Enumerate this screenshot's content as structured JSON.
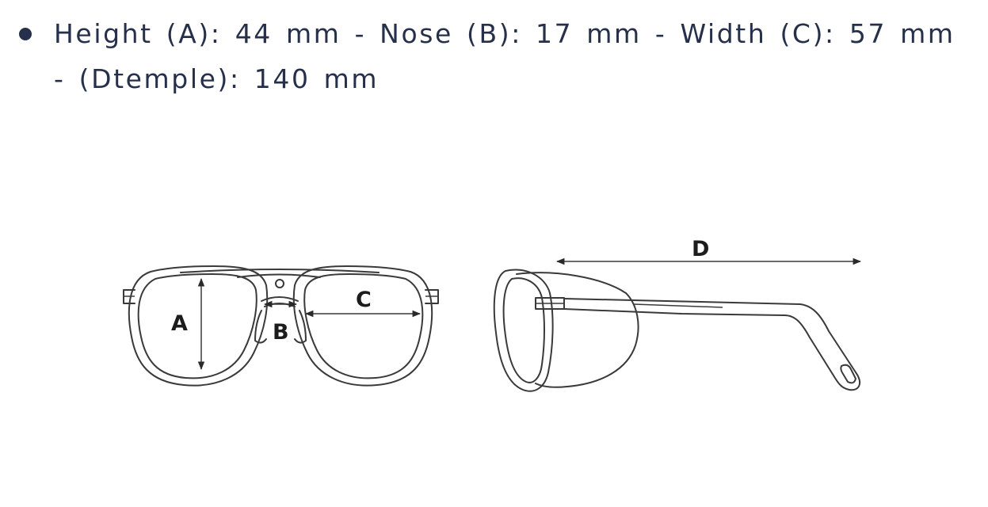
{
  "spec": {
    "text": "Height (A): 44 mm - Nose (B): 17 mm - Width (C): 57 mm - (Dtemple): 140 mm"
  },
  "diagram": {
    "labels": {
      "a": "A",
      "b": "B",
      "c": "C",
      "d": "D"
    }
  }
}
